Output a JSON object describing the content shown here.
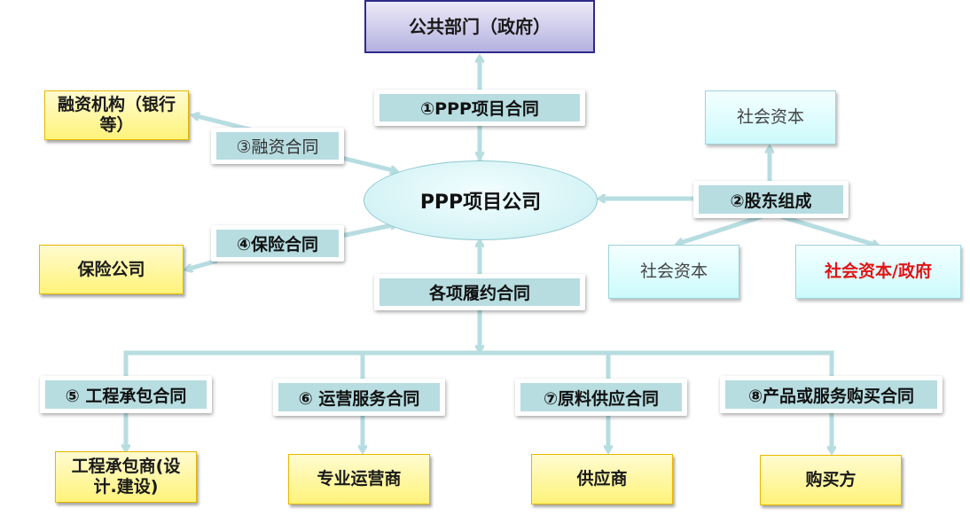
{
  "diagram": {
    "title_node": "公共部门（政府）",
    "center_node": "PPP项目公司",
    "nodes": {
      "financing": "融资机构（银行等）",
      "insurance": "保险公司",
      "social_capital_top": "社会资本",
      "social_capital_left": "社会资本",
      "social_capital_gov": "社会资本/政府",
      "contractor": "工程承包商(设计.建设)",
      "operator": "专业运营商",
      "supplier": "供应商",
      "buyer": "购买方"
    },
    "contracts": {
      "ppp_contract": "①PPP项目合同",
      "shareholders": "②股东组成",
      "financing_contract": "③融资合同",
      "insurance_contract": "④保险合同",
      "performance_contracts": "各项履约合同",
      "engineering_contract": "⑤ 工程承包合同",
      "operation_contract": "⑥ 运营服务合同",
      "supply_contract": "⑦原料供应合同",
      "purchase_contract": "⑧产品或服务购买合同"
    },
    "colors": {
      "connector": "#b7dde1",
      "yellow_box": "#fff37a",
      "cyan_box": "#ccfafc",
      "gov_box": "#b5b1e0",
      "highlight_text": "#e01515"
    }
  }
}
